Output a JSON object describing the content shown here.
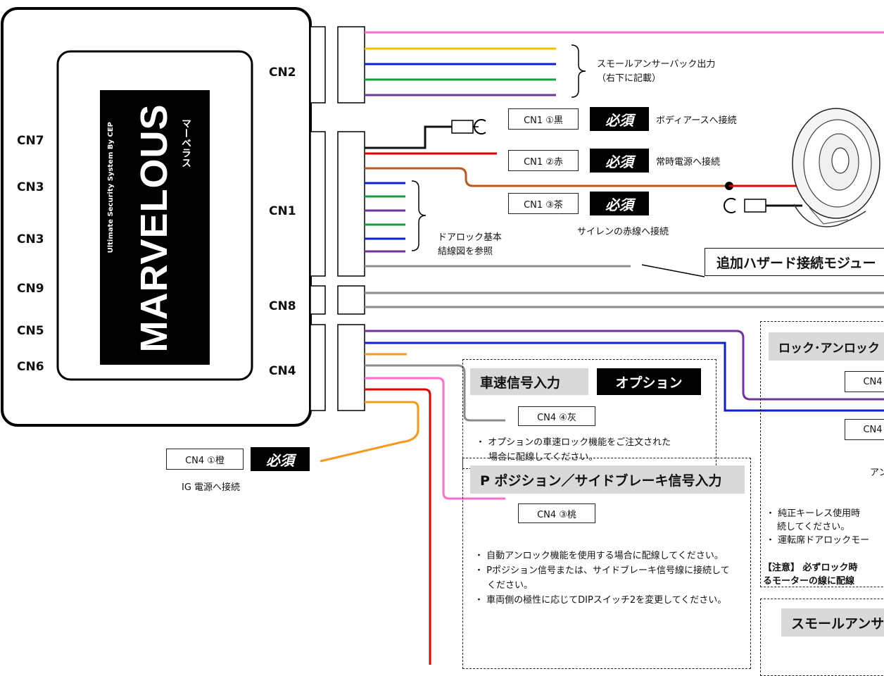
{
  "unit": {
    "connectors_right": {
      "cn2": "CN2",
      "cn1": "CN1",
      "cn8": "CN8",
      "cn4": "CN4"
    },
    "connectors_left": {
      "cn7": "CN7",
      "cn3a": "CN3",
      "cn3b": "CN3",
      "cn9": "CN9",
      "cn5": "CN5",
      "cn6": "CN6"
    },
    "logo": {
      "main": "MARVELOUS",
      "kana": "マーベラス",
      "sub": "Ultimate Security System By CEP"
    }
  },
  "cn2_note": {
    "line1": "スモールアンサーバック出力",
    "line2": "（右下に記載）"
  },
  "cn1_black": {
    "tag": "CN1 ①黒",
    "badge": "必須",
    "text": "ボディアースへ接続"
  },
  "cn1_red": {
    "tag": "CN1 ②赤",
    "badge": "必須",
    "text": "常時電源へ接続"
  },
  "cn1_brown": {
    "tag": "CN1 ③茶",
    "badge": "必須",
    "text": "サイレンの赤線へ接続"
  },
  "doorlock_note": {
    "line1": "ドアロック基本",
    "line2": "結線図を参照"
  },
  "hazard_label": "追加ハザード接続モジュー",
  "speed_box": {
    "title": "車速信号入力",
    "badge": "オプション",
    "tag": "CN4 ④灰",
    "note1": "・ オプションの車速ロック機能をご注文された",
    "note2": "場合に配線してください。"
  },
  "ig": {
    "tag": "CN4 ①橙",
    "badge": "必須",
    "text": "IG 電源へ接続"
  },
  "ppos_box": {
    "title": "P ポジション／サイドブレーキ信号入力",
    "tag": "CN4 ③桃",
    "notes": [
      "・ 自動アンロック機能を使用する場合に配線してください。",
      "・ Pポジション信号または、サイドブレーキ信号線に接続してください。",
      "・ 車両側の極性に応じてDIPスイッチ2を変更してください。"
    ]
  },
  "lock_box": {
    "title": "ロック･アンロック",
    "tag1": "CN4",
    "tag2": "CN4",
    "partial": "アン",
    "note1a": "・ 純正キーレス使用時",
    "note1b": "続してください。",
    "note2": "・ 運転席ドアロックモー",
    "warn1": "【注意】 必ずロック時",
    "warn2": "るモーターの線に配線"
  },
  "small_box": {
    "title": "スモールアンサ"
  },
  "colors": {
    "pink": "#ff6ecf",
    "yellow": "#f6c200",
    "blue": "#0a1fd6",
    "green": "#12a13a",
    "purple": "#7034a0",
    "black": "#111111",
    "red": "#e00000",
    "brown": "#c0561a",
    "gray": "#8c8c8c",
    "orange": "#f59a1c"
  }
}
